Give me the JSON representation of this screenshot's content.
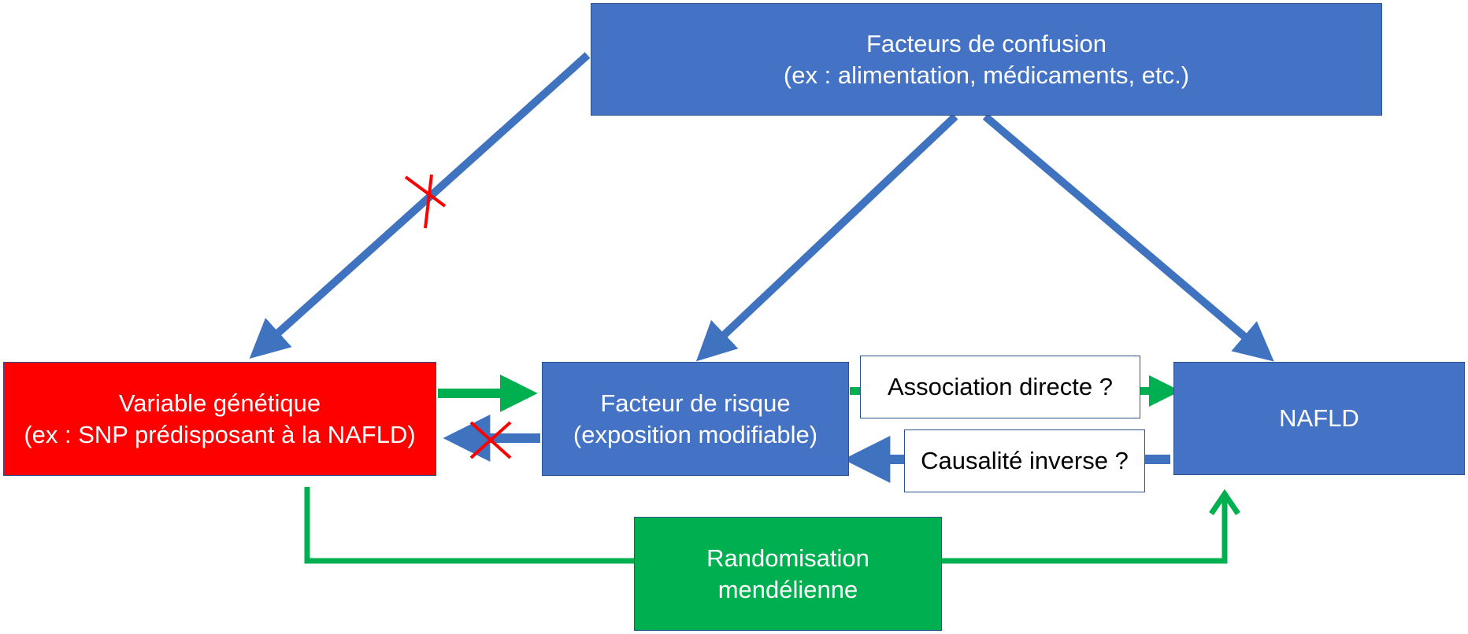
{
  "diagram": {
    "nodes": {
      "confounders": {
        "line1": "Facteurs de confusion",
        "line2": "(ex : alimentation, médicaments, etc.)"
      },
      "genetic_variable": {
        "line1": "Variable génétique",
        "line2": "(ex : SNP prédisposant à la NAFLD)"
      },
      "risk_factor": {
        "line1": "Facteur de risque",
        "line2": "(exposition modifiable)"
      },
      "nafld": {
        "label": "NAFLD"
      },
      "mendelian_randomization": {
        "line1": "Randomisation",
        "line2": "mendélienne"
      }
    },
    "edge_labels": {
      "direct_association": "Association directe ?",
      "reverse_causality": "Causalité inverse ?"
    },
    "colors": {
      "blue_box": "#4472c4",
      "blue_arrow": "#3f73c0",
      "red_box": "#ff0000",
      "green_box": "#00b050",
      "green_arrow": "#00b050",
      "cross_mark": "#ff0000"
    }
  }
}
